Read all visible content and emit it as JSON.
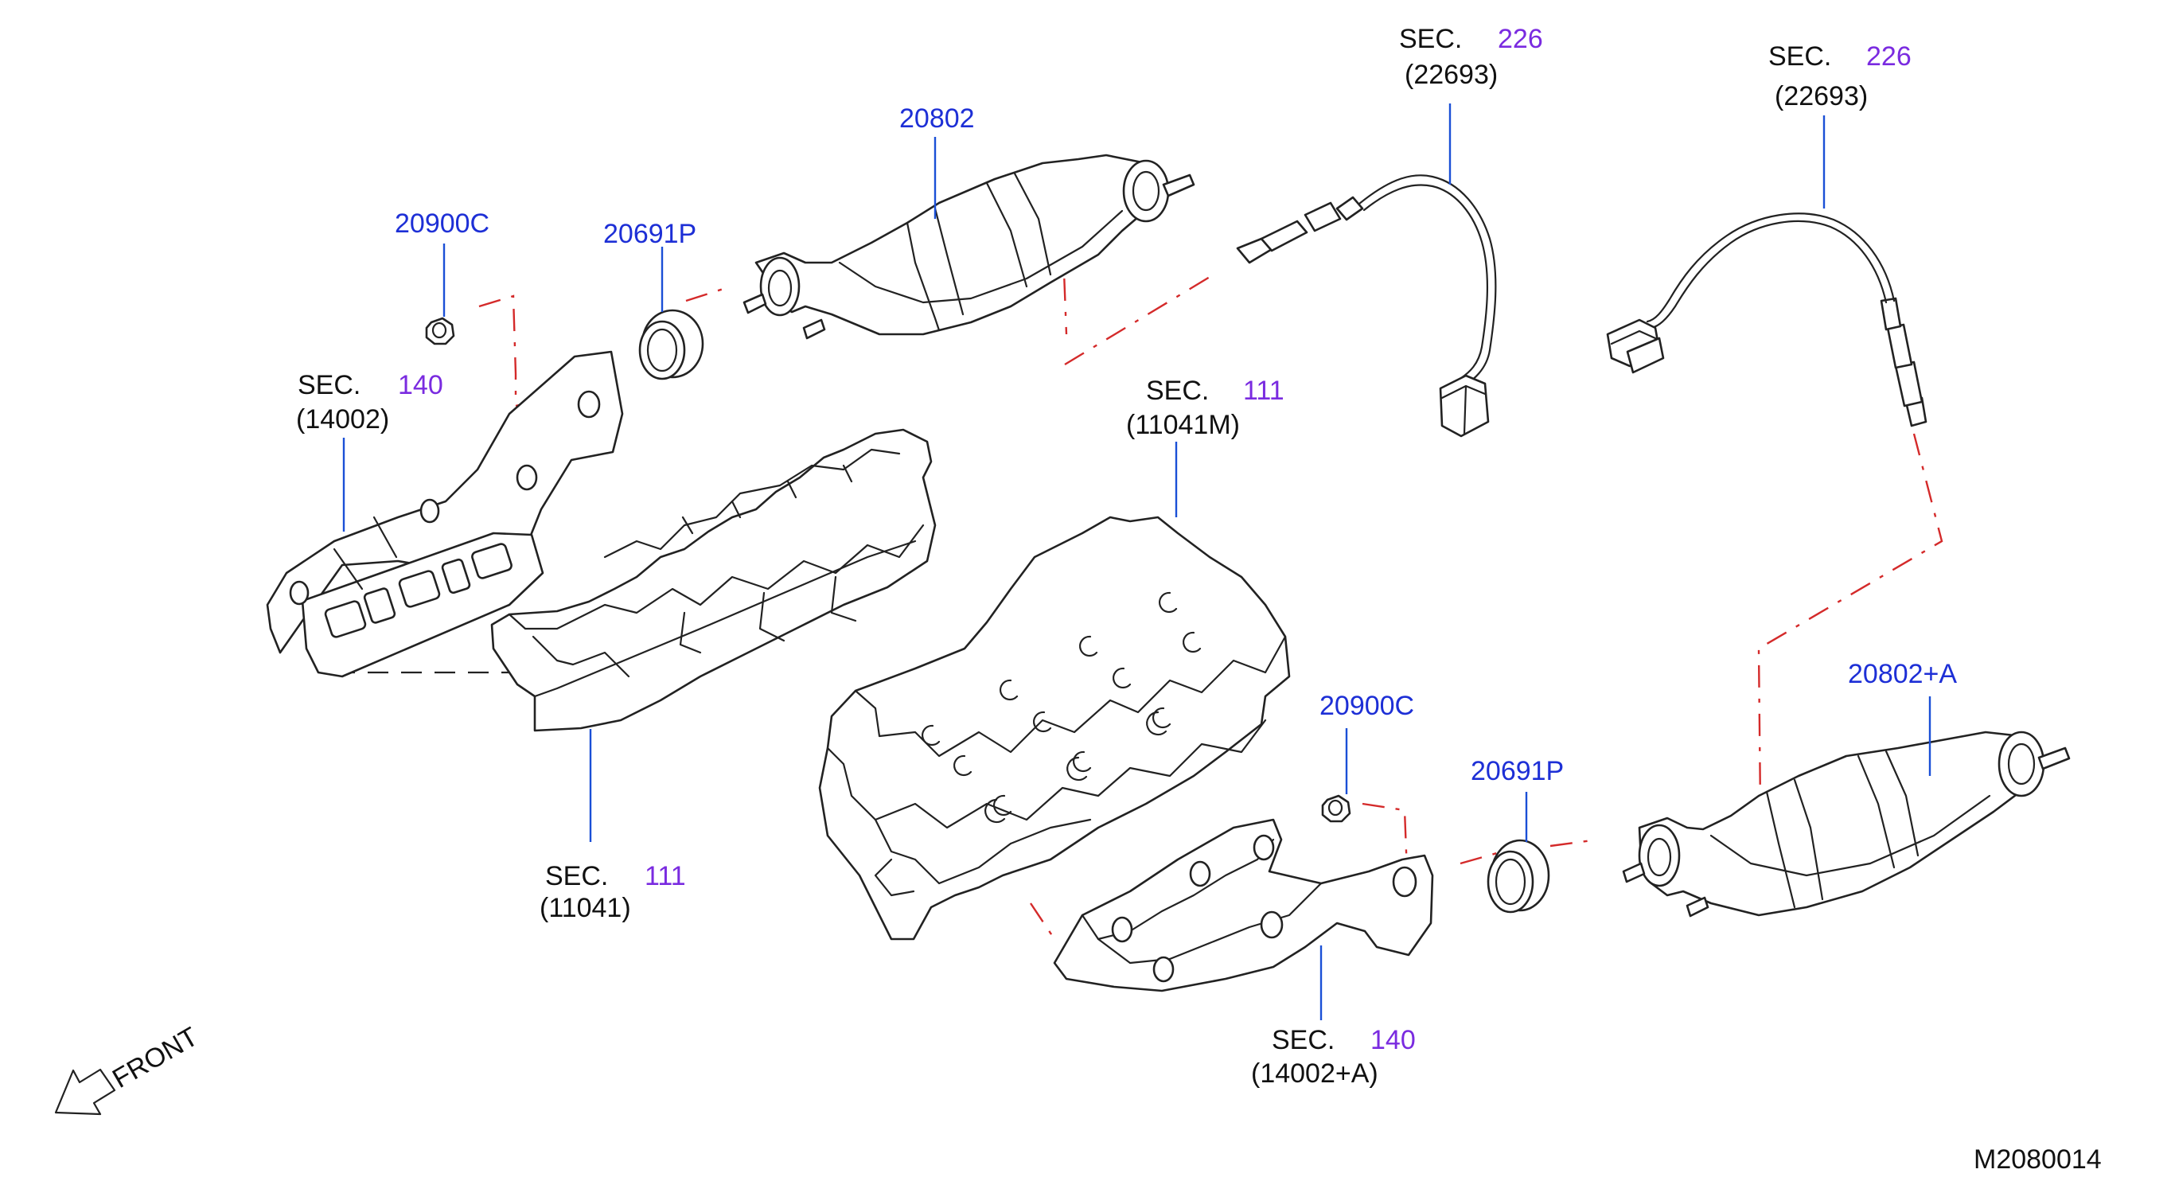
{
  "labels": {
    "part_20802": "20802",
    "part_20802a": "20802+A",
    "part_20900c_left": "20900C",
    "part_20900c_right": "20900C",
    "part_20691p_left": "20691P",
    "part_20691p_right": "20691P",
    "sec_word": "SEC.",
    "sec_226_num": "226",
    "sec_226_code": "(22693)",
    "sec_140_num": "140",
    "sec_140_code_left": "(14002)",
    "sec_140_code_right": "(14002+A)",
    "sec_111_num": "111",
    "sec_111_code_upper": "(11041M)",
    "sec_111_code_lower": "(11041)",
    "front": "FRONT",
    "diagram_id": "M2080014"
  },
  "colors": {
    "part_number": "#1d2fd6",
    "section_number": "#7a2be0",
    "text": "#111111",
    "leader": "#1a4fd6",
    "dash": "#d42a2a"
  }
}
